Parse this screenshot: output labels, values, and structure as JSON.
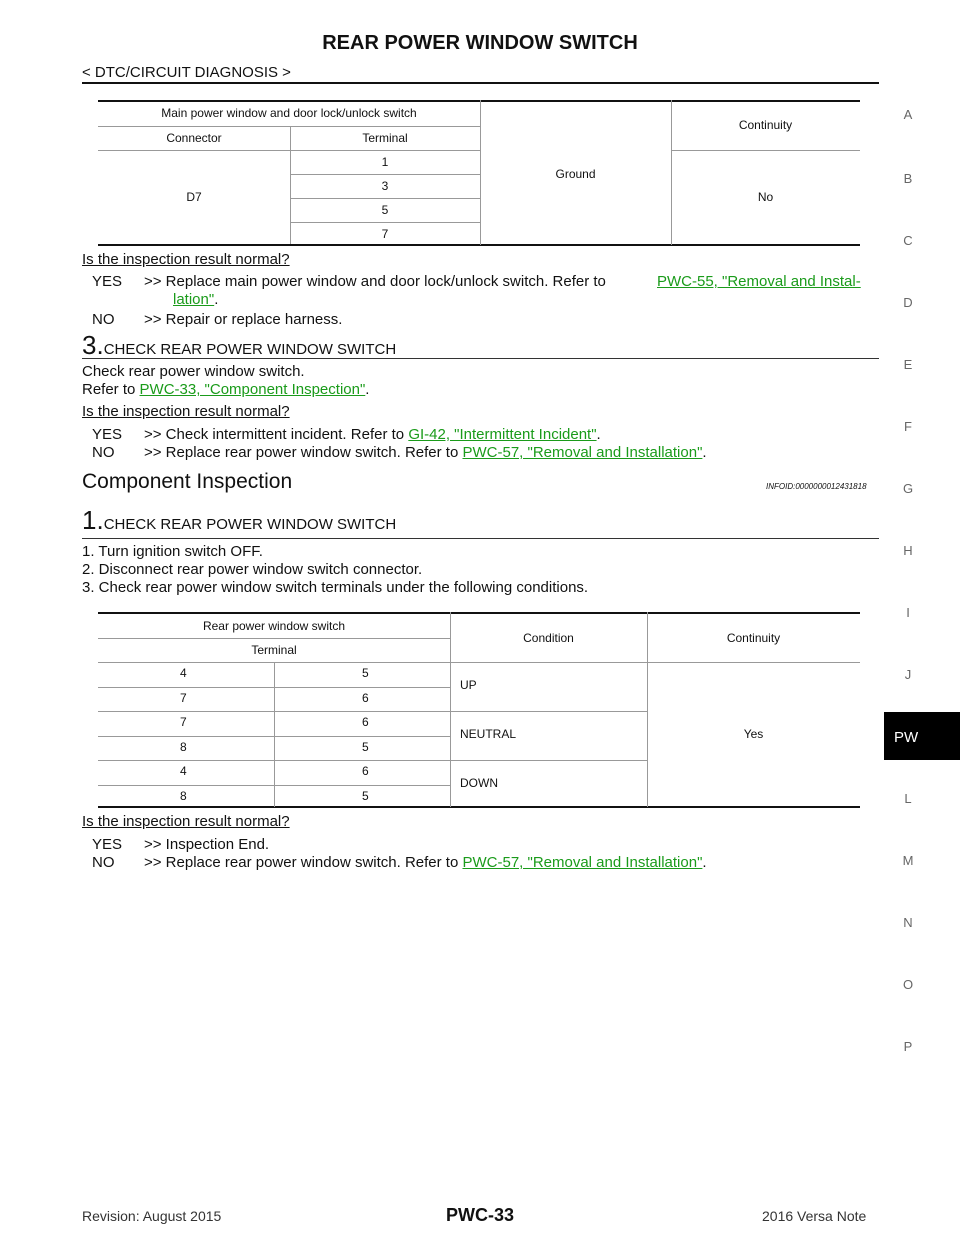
{
  "header": {
    "title": "REAR POWER WINDOW SWITCH",
    "breadcrumb": "< DTC/CIRCUIT DIAGNOSIS >"
  },
  "side_index": {
    "letters": [
      "A",
      "B",
      "C",
      "D",
      "E",
      "F",
      "G",
      "H",
      "I",
      "J",
      "L",
      "M",
      "N",
      "O",
      "P"
    ],
    "active_tab": "PW"
  },
  "table1": {
    "h_group": "Main power window and door lock/unlock switch",
    "h_connector": "Connector",
    "h_terminal": "Terminal",
    "h_ground": "Ground",
    "h_continuity": "Continuity",
    "connector": "D7",
    "terminals": [
      "1",
      "3",
      "5",
      "7"
    ],
    "result": "No"
  },
  "step2_result": {
    "question": "Is the inspection result normal?",
    "yes_label": "YES",
    "yes_text": ">> Replace main power window and door lock/unlock switch. Refer to",
    "yes_link_1": "PWC-55, \"Removal and Instal-",
    "yes_link_2": "lation\"",
    "period": ".",
    "no_label": "NO",
    "no_text": ">> Repair or replace harness."
  },
  "step3": {
    "num": "3.",
    "title": "CHECK REAR POWER WINDOW SWITCH",
    "line1": "Check rear power window switch.",
    "refer": "Refer to",
    "link": "PWC-33, \"Component Inspection\"",
    "period": ".",
    "question": "Is the inspection result normal?",
    "yes_label": "YES",
    "yes_text": ">> Check intermittent incident. Refer to",
    "yes_link": "GI-42, \"Intermittent Incident\"",
    "no_label": "NO",
    "no_text": ">> Replace rear power window switch. Refer to",
    "no_link": "PWC-57, \"Removal and Installation\""
  },
  "component": {
    "title": "Component Inspection",
    "infoid": "INFOID:0000000012431818",
    "num": "1.",
    "step_title": "CHECK REAR POWER WINDOW SWITCH",
    "items": [
      "1.   Turn ignition switch OFF.",
      "2.   Disconnect rear power window switch connector.",
      "3.   Check rear power window switch terminals under the following conditions."
    ]
  },
  "table2": {
    "h_switch": "Rear power window switch",
    "h_terminal": "Terminal",
    "h_condition": "Condition",
    "h_continuity": "Continuity",
    "rows": [
      {
        "a": "4",
        "b": "5"
      },
      {
        "a": "7",
        "b": "6"
      },
      {
        "a": "7",
        "b": "6"
      },
      {
        "a": "8",
        "b": "5"
      },
      {
        "a": "4",
        "b": "6"
      },
      {
        "a": "8",
        "b": "5"
      }
    ],
    "conditions": [
      "UP",
      "NEUTRAL",
      "DOWN"
    ],
    "continuity": "Yes"
  },
  "final_result": {
    "question": "Is the inspection result normal?",
    "yes_label": "YES",
    "yes_text": ">> Inspection End.",
    "no_label": "NO",
    "no_text": ">> Replace rear power window switch. Refer to",
    "no_link": "PWC-57, \"Removal and Installation\"",
    "period": "."
  },
  "footer": {
    "revision": "Revision: August 2015",
    "page": "PWC-33",
    "model": "2016 Versa Note"
  }
}
